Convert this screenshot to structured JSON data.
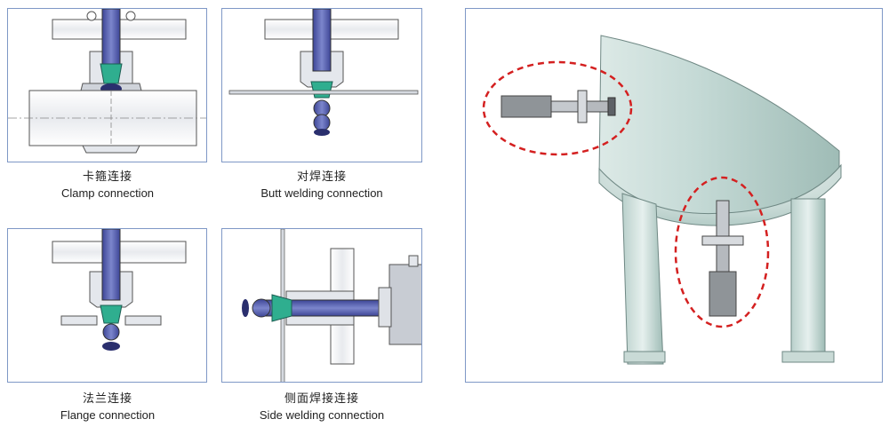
{
  "panels": [
    {
      "zh": "卡箍连接",
      "en": "Clamp connection"
    },
    {
      "zh": "对焊连接",
      "en": "Butt welding connection"
    },
    {
      "zh": "法兰连接",
      "en": "Flange connection"
    },
    {
      "zh": "侧面焊接连接",
      "en": "Side welding connection"
    }
  ],
  "colors": {
    "frame": "#7f98c6",
    "valve_body": "#5b63b0",
    "valve_accent": "#2fae8f",
    "tank": "#c9ddd8",
    "highlight": "#d42020"
  }
}
